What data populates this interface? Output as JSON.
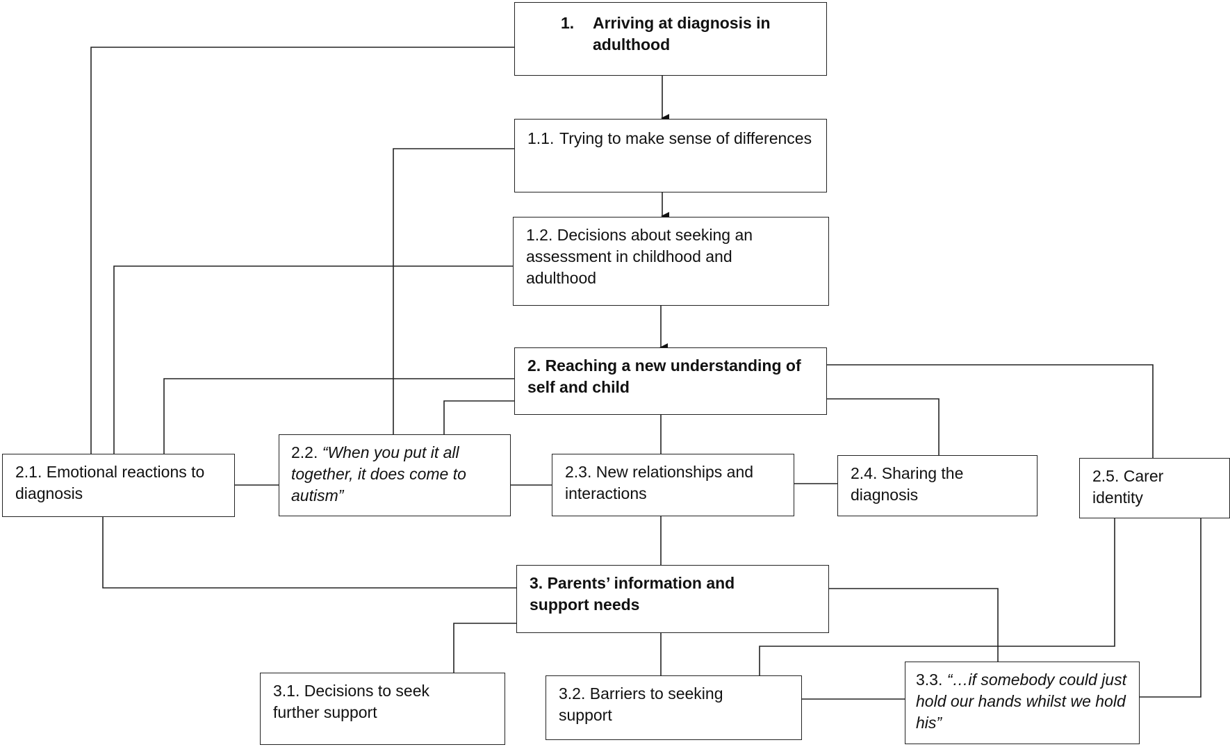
{
  "nodes": {
    "n1": {
      "number": "1.",
      "text": "Arriving at diagnosis in adulthood"
    },
    "n11": {
      "number": "1.1.",
      "text": "Trying to make sense of differences"
    },
    "n12": {
      "text": "1.2. Decisions about seeking an assessment in childhood and adulthood"
    },
    "n2": {
      "text": "2. Reaching a new understanding of self and child"
    },
    "n21": {
      "text": "2.1. Emotional reactions to diagnosis"
    },
    "n22": {
      "number": "2.2. ",
      "quote": "“When you put it all together, it does come to autism”"
    },
    "n23": {
      "text": "2.3. New relationships and interactions"
    },
    "n24": {
      "text": "2.4. Sharing the diagnosis"
    },
    "n25": {
      "text": "2.5. Carer identity"
    },
    "n3": {
      "text": "3. Parents’ information and support needs"
    },
    "n31": {
      "text": "3.1. Decisions to seek further support"
    },
    "n32": {
      "text": "3.2. Barriers to seeking support"
    },
    "n33": {
      "number": "3.3. ",
      "quote": "“…if somebody could just hold our hands whilst we hold his”"
    }
  },
  "colors": {
    "line": "#222222",
    "box_border": "#222222",
    "background": "#ffffff"
  }
}
